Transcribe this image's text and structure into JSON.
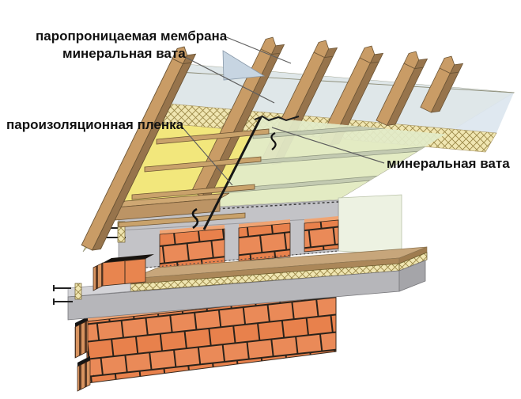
{
  "diagram": {
    "type": "roof-and-wall-insulation-cutaway",
    "labels": {
      "membrane": "паропроницаемая мембрана",
      "wool_top": "минеральная вата",
      "film": "пароизоляционная пленка",
      "wool_right": "минеральная вата"
    },
    "colors": {
      "background": "#ffffff",
      "label_text": "#111111",
      "leader_line": "#5f5f5f",
      "wood_rafter_light": "#c99c66",
      "wood_rafter_dark": "#97744c",
      "wood_batten": "#c9a26b",
      "mauerlat_wood": "#bc9465",
      "mineral_wool_yellow": "#f2e77c",
      "mineral_wool_pale_hatch": "#f0e6b2",
      "membrane_blue": "#dde7ef",
      "membrane_fold_blue": "#c7d5e2",
      "vapor_film_green": "#e2ebc8",
      "film_batten_green": "#c3cab1",
      "film_edge_black": "#161616",
      "concrete_wall": "#c3c3c7",
      "concrete_slab_front": "#b6b6ba",
      "concrete_slab_top": "#d4d4d8",
      "gable_panel": "#edf2e2",
      "brick_orange": "#e8814c",
      "brick_top_light": "#f0a473",
      "brick_joint": "#2a221a",
      "block_core_stripe": "#5c3a24",
      "hollow_top_black": "#17130f",
      "floor_deck_tan": "#c7a67b",
      "rebar": "#222222"
    }
  }
}
